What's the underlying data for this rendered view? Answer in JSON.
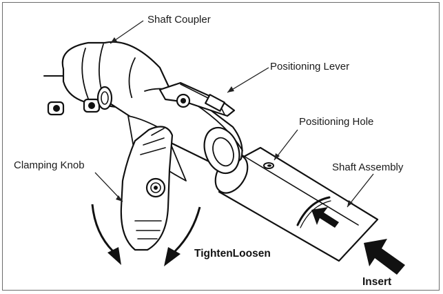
{
  "labels": {
    "shaft_coupler": "Shaft Coupler",
    "positioning_lever": "Positioning Lever",
    "positioning_hole": "Positioning Hole",
    "clamping_knob": "Clamping Knob",
    "shaft_assembly": "Shaft Assembly",
    "tighten_loosen": "TightenLoosen",
    "insert": "Insert"
  }
}
